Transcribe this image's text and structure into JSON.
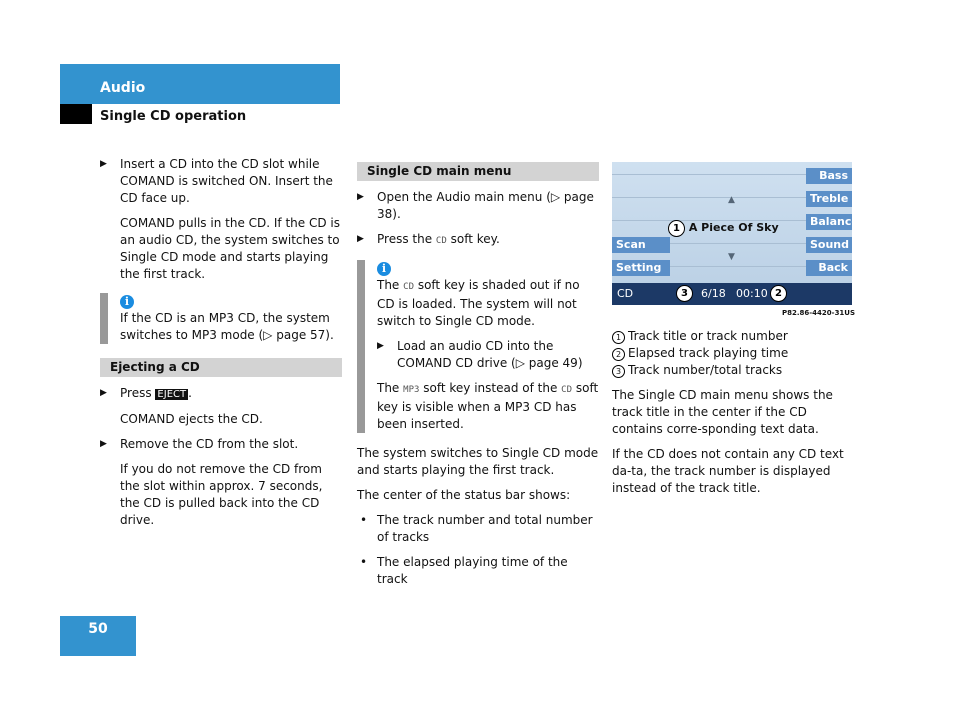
{
  "header": {
    "section": "Audio",
    "subsection": "Single CD operation",
    "page_number": "50"
  },
  "col1": {
    "step1": "Insert a CD into the CD slot while COMAND is switched ON. Insert the CD face up.",
    "step1_result": "COMAND pulls in the CD. If the CD is an audio CD, the system switches to Single CD mode and starts playing the first track.",
    "note": "If the CD is an MP3 CD, the system switches to MP3 mode (▷ page 57).",
    "eject_heading": "Ejecting a CD",
    "eject_press": "Press",
    "eject_key": "EJECT",
    "eject_dot": ".",
    "eject_result": "COMAND ejects the CD.",
    "remove": "Remove the CD from the slot.",
    "remove_note": "If you do not remove the CD from the slot within approx. 7 seconds, the CD is pulled back into the CD drive."
  },
  "col2": {
    "heading": "Single CD main menu",
    "step1": "Open the Audio main menu (▷ page 38).",
    "step2_a": "Press the",
    "step2_key": "CD",
    "step2_b": "soft key.",
    "note_a": "The",
    "note_key": "CD",
    "note_b": "soft key is shaded out if no CD is loaded. The system will not switch to Single CD mode.",
    "note_step": "Load an audio CD into the COMAND CD drive (▷ page 49)",
    "note2_a": "The",
    "note2_key": "MP3",
    "note2_b": "soft key instead of the",
    "note2_key2": "CD",
    "note2_c": "soft key is visible when a MP3 CD has been inserted.",
    "after": "The system switches to Single CD mode and starts playing the first track.",
    "status_intro": "The center of the status bar shows:",
    "bullets": [
      "The track number and total number of tracks",
      "The elapsed playing time of the track"
    ]
  },
  "screen": {
    "right_keys": [
      "Bass",
      "Treble",
      "Balance",
      "Sound",
      "Back"
    ],
    "left_keys": [
      "Scan",
      "Setting"
    ],
    "title": "A Piece Of Sky",
    "mode": "CD",
    "track": "6/18",
    "time": "00:10",
    "callouts": [
      "1",
      "2",
      "3"
    ],
    "caption": "P82.86-4420-31US"
  },
  "col3": {
    "legend": [
      {
        "n": "1",
        "text": "Track title or track number"
      },
      {
        "n": "2",
        "text": "Elapsed track playing time"
      },
      {
        "n": "3",
        "text": "Track number/total tracks"
      }
    ],
    "p1": "The Single CD main menu shows the track title in the center if the CD contains corre-sponding text data.",
    "p2": "If the CD does not contain any CD text da-ta, the track number is displayed instead of the track title."
  }
}
